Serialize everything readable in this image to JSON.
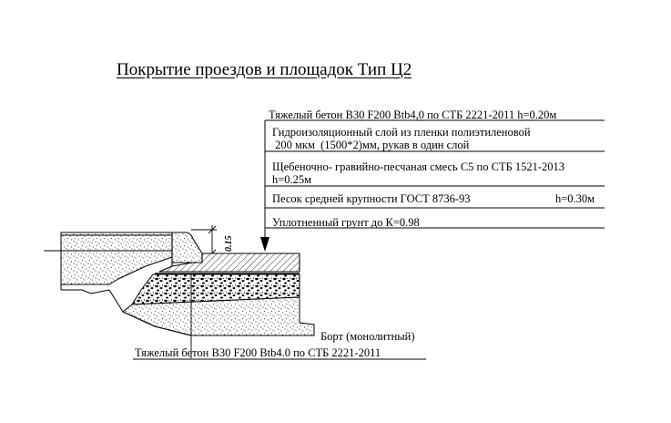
{
  "title": "Покрытие проездов и площадок Тип Ц2",
  "layers": [
    "Тяжелый бетон  В30 F200 Вtb4,0 по СТБ 2221-2011 h=0.20м",
    "Гидроизоляционный слой из пленки полиэтиленовой",
    " 200 мкм  (1500*2)мм, рукав в один слой",
    "Щебеночно- гравийно-песчаная смесь С5 по СТБ 1521-2013",
    "h=0.25м",
    "Песок средней крупности ГОСТ 8736-93",
    "h=0.30м",
    "Уплотненный грунт до К=0.98"
  ],
  "dimension": "0.15",
  "curb_label": "Борт (монолитный)",
  "curb_material": "Тяжелый бетон  В30 F200 Вtb4.0 по СТБ 2221-2011"
}
